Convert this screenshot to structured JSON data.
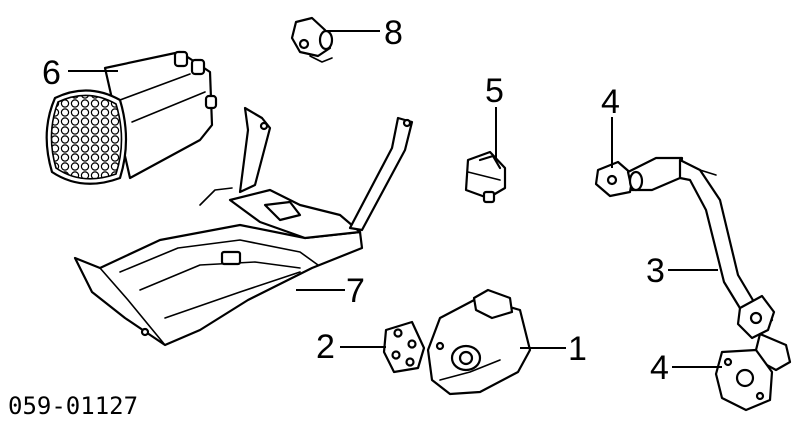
{
  "diagram": {
    "callouts": {
      "c1": "1",
      "c2": "2",
      "c3": "3",
      "c4a": "4",
      "c4b": "4",
      "c5": "5",
      "c6": "6",
      "c7": "7",
      "c8": "8"
    },
    "reference_number": "059-01127"
  }
}
